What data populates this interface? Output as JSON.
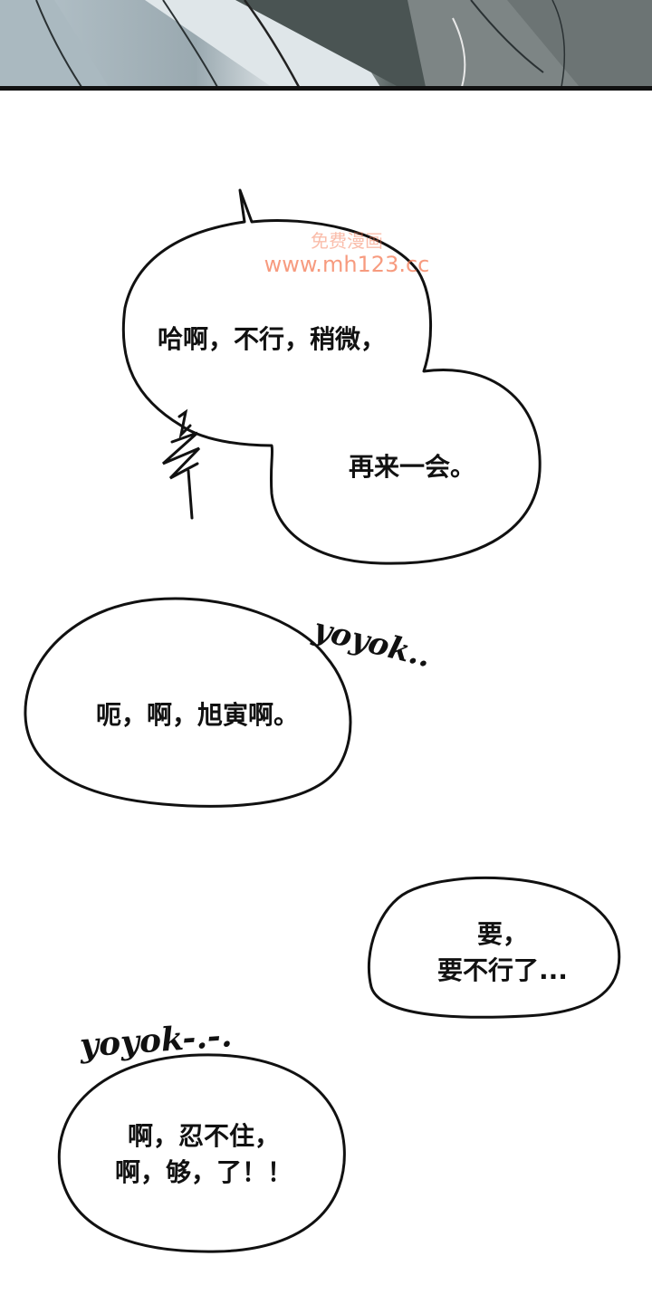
{
  "watermark": {
    "line1": "免费漫画",
    "line2": "www.mh123.cc",
    "color": "#f47048"
  },
  "bubbles": [
    {
      "id": "b1",
      "lines": [
        "哈啊，不行，稍微，"
      ]
    },
    {
      "id": "b2",
      "lines": [
        "再来一会。"
      ]
    },
    {
      "id": "b3",
      "lines": [
        "呃，啊，旭寅啊。"
      ]
    },
    {
      "id": "b4",
      "lines": [
        "要，",
        "要不行了..."
      ]
    },
    {
      "id": "b5",
      "lines": [
        "啊，忍不住，",
        "啊，够，了！！"
      ]
    }
  ],
  "sfx": [
    {
      "id": "sfx1",
      "text": "yoyok.."
    },
    {
      "id": "sfx2",
      "text": "yoyok-.-."
    }
  ],
  "colors": {
    "ink": "#111111",
    "paper": "#ffffff",
    "top_panel_dark": "#3c4446",
    "top_panel_light": "#b9c4ca"
  }
}
